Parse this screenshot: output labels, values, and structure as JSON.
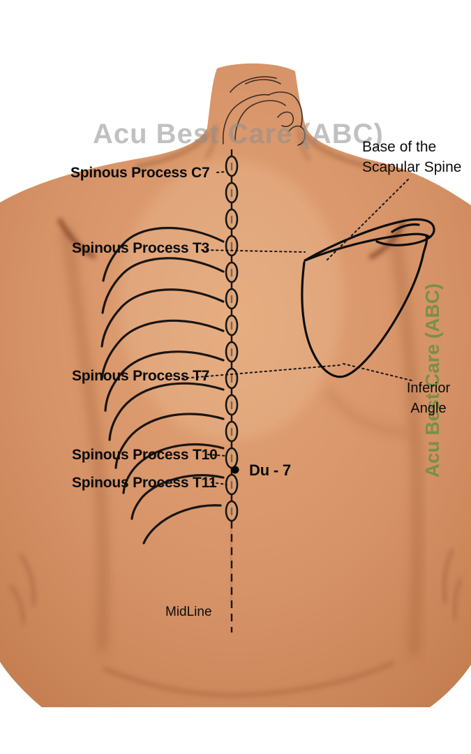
{
  "watermarks": {
    "horizontal": "Acu Best Care (ABC)",
    "vertical": "Acu Best Care (ABC)"
  },
  "labels": {
    "c7": "Spinous Process C7",
    "t3": "Spinous Process T3",
    "t7": "Spinous Process T7",
    "t10": "Spinous Process T10",
    "t11": "Spinous Process T11",
    "du7": "Du - 7",
    "midline": "MidLine",
    "base_scapular_line1": "Base of the",
    "base_scapular_line2": "Scapular Spine",
    "inferior_line1": "Inferior",
    "inferior_line2": "Angle"
  },
  "colors": {
    "skin_light": "#e2a476",
    "skin": "#d69267",
    "skin_shadow": "#c07a4c",
    "label_text": "#0b0b0b",
    "watermark_gray": "#8f8f8f",
    "watermark_green": "#6b8f42"
  }
}
